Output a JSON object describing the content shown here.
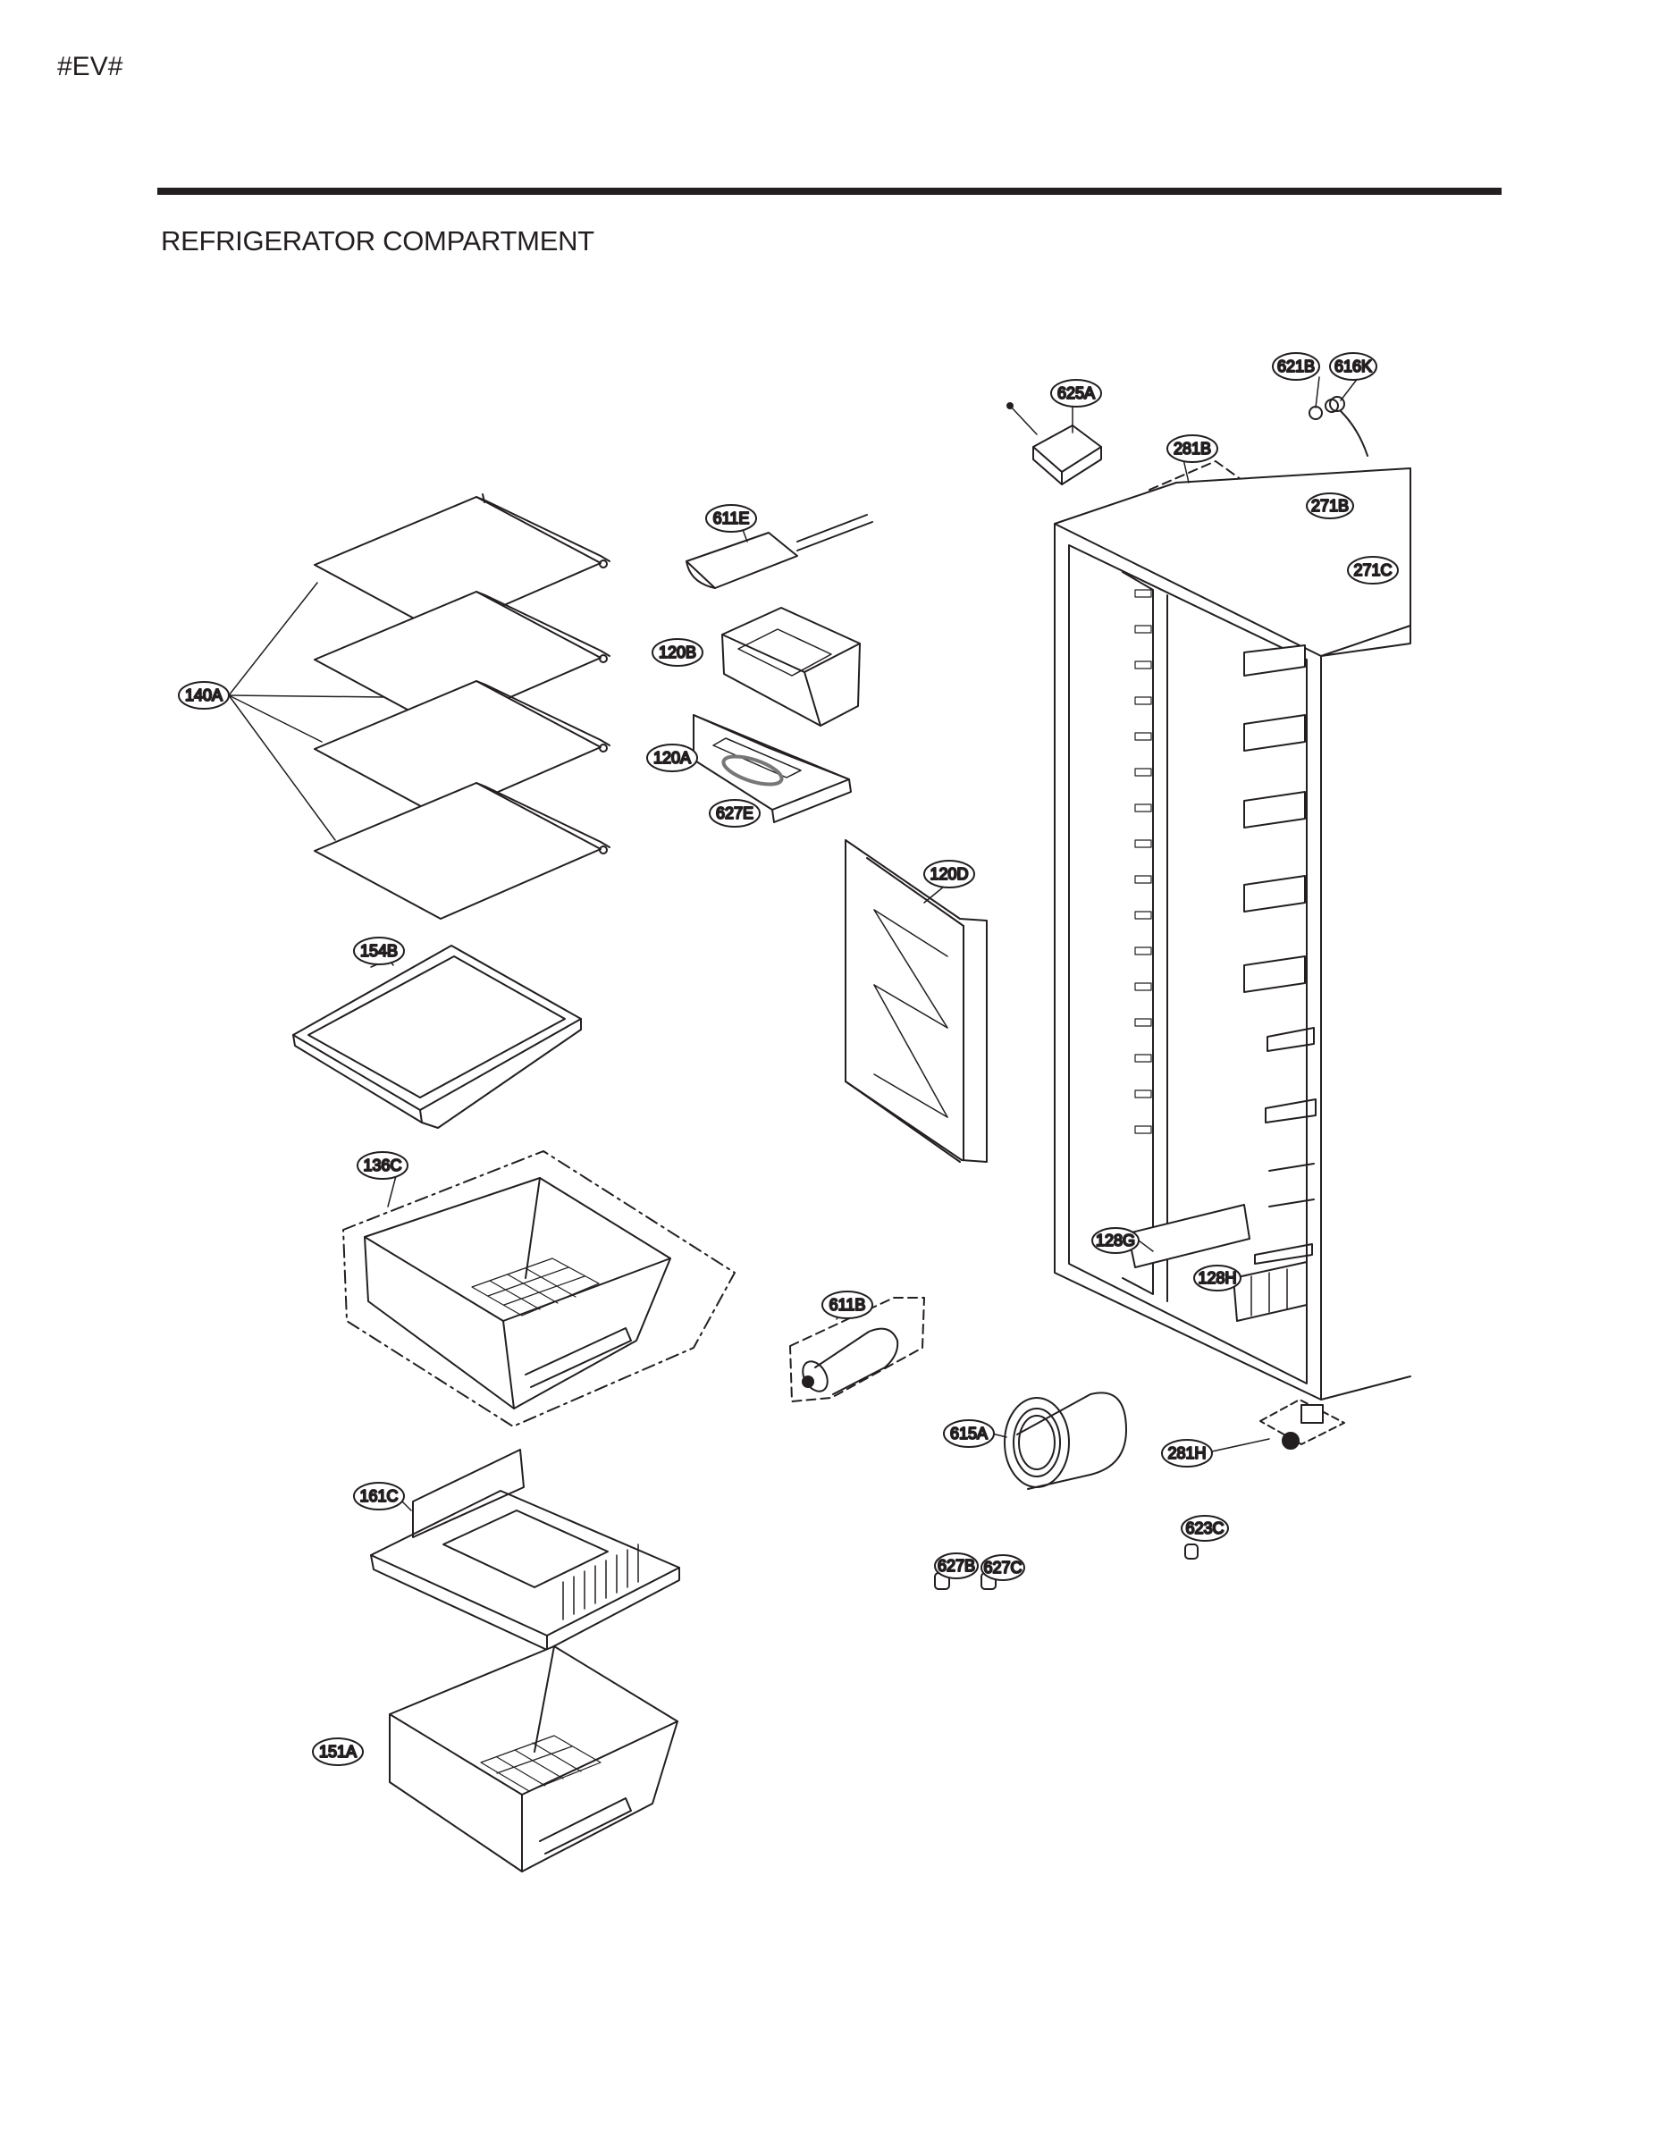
{
  "page_code": "#EV#",
  "section_title": "REFRIGERATOR COMPARTMENT",
  "callouts": {
    "c140A": "140A",
    "c154B": "154B",
    "c136C": "136C",
    "c161C": "161C",
    "c151A": "151A",
    "c611E": "611E",
    "c120B": "120B",
    "c120A": "120A",
    "c627E": "627E",
    "c120D": "120D",
    "c611B": "611B",
    "c615A": "615A",
    "c627B": "627B",
    "c627C": "627C",
    "c623C": "623C",
    "c625A": "625A",
    "c621B": "621B",
    "c616K": "616K",
    "c281B": "281B",
    "c271B": "271B",
    "c271C": "271C",
    "c128G": "128G",
    "c128H": "128H",
    "c281H": "281H"
  }
}
